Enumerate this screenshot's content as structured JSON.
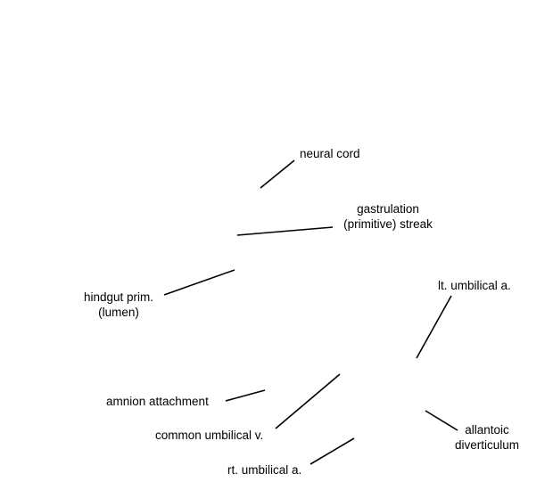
{
  "labels": {
    "neural_cord": "neural cord",
    "gastrulation_streak": [
      "gastrulation",
      "(primitive) streak"
    ],
    "hindgut": [
      "hindgut prim.",
      "(lumen)"
    ],
    "lt_umbilical_artery": "lt. umbilical a.",
    "amnion_attachment": "amnion attachment",
    "common_umbilical_vein": "common umbilical v.",
    "allantoic_diverticulum": [
      "allantoic",
      "diverticulum"
    ],
    "rt_umbilical_artery": "rt. umbilical a."
  },
  "colors": {
    "background": "#ffffff",
    "ink": "#000000"
  }
}
